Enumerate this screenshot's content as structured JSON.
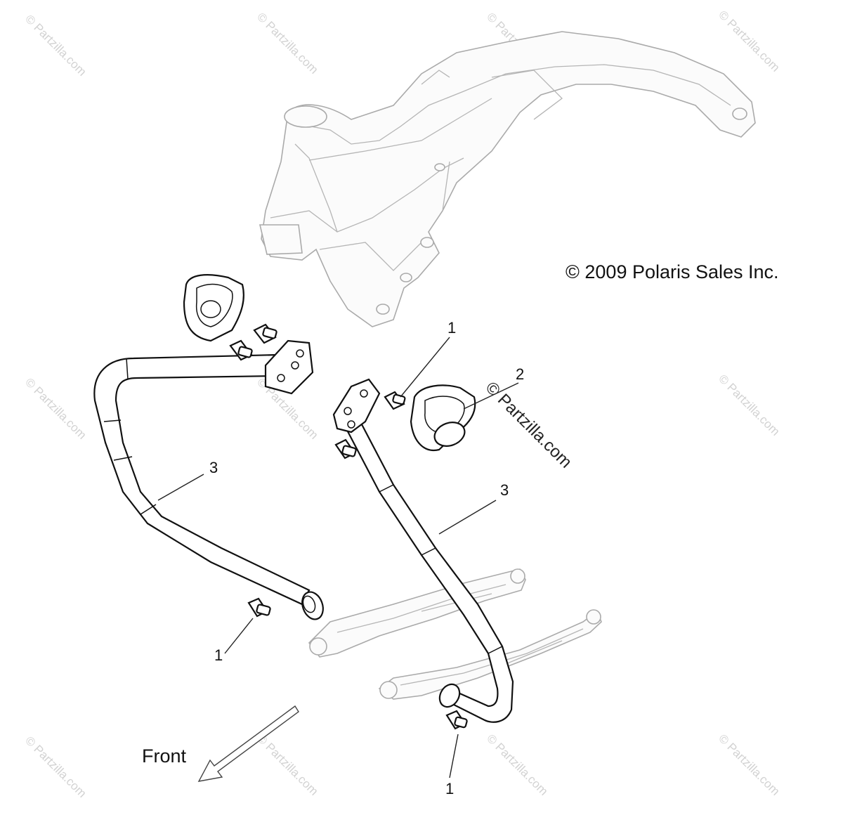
{
  "diagram": {
    "copyright": "© 2009 Polaris Sales Inc.",
    "front_label": "Front",
    "callouts": {
      "bolt_upper": "1",
      "bolt_left": "1",
      "bolt_bottom": "1",
      "bumper_block": "2",
      "bar_left": "3",
      "bar_right": "3"
    },
    "watermark_text": "© Partzilla.com",
    "watermark_center": "© Partzilla.com"
  }
}
